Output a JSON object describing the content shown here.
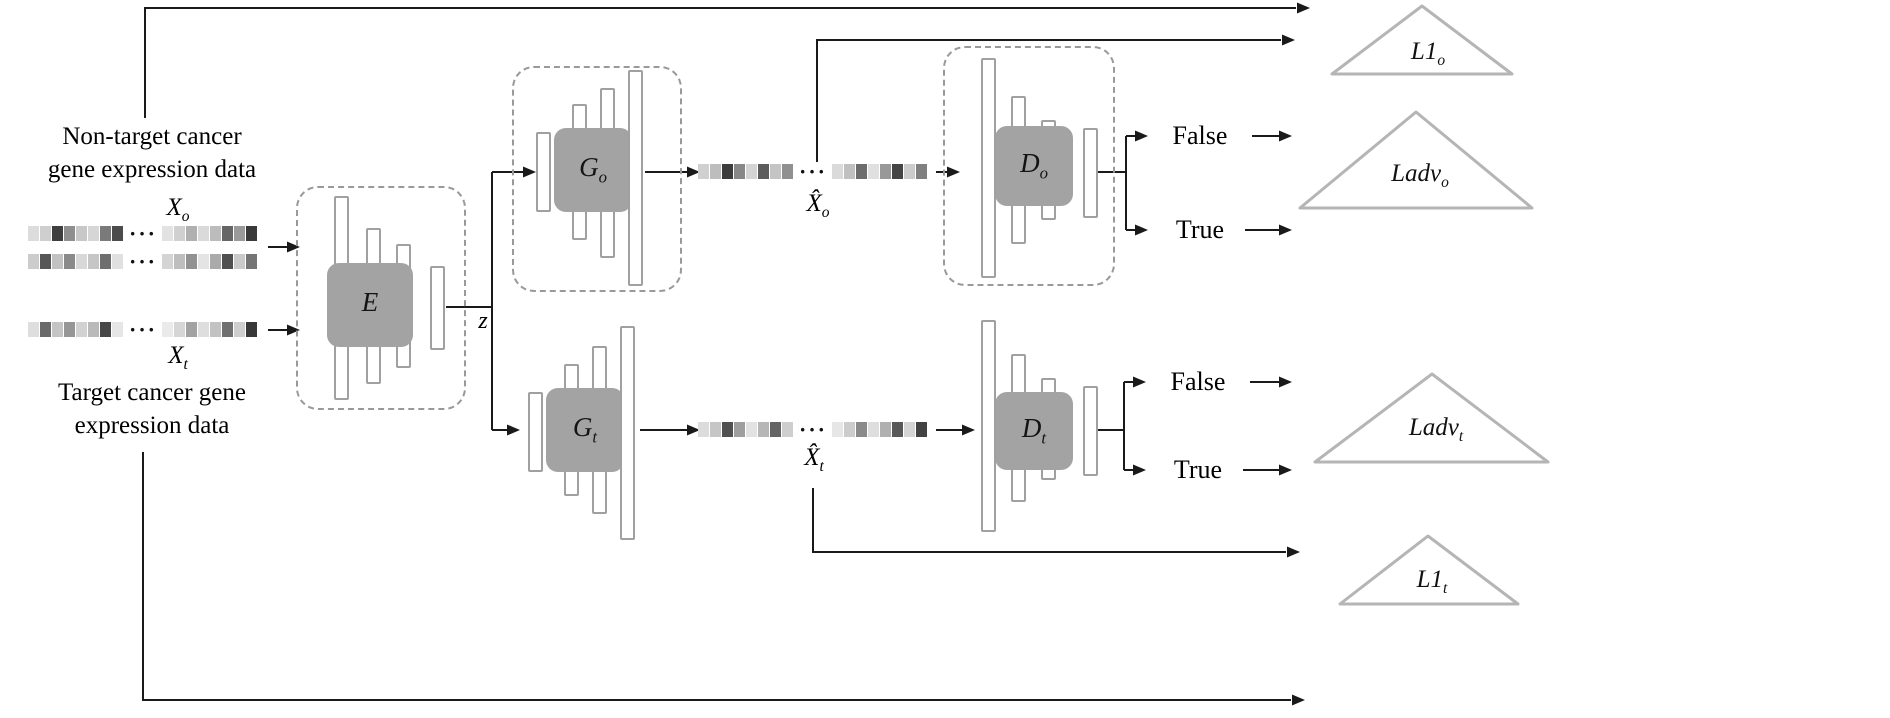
{
  "texts": {
    "nontarget_line1": "Non-target cancer",
    "nontarget_line2": "gene expression data",
    "target_line1": "Target cancer gene",
    "target_line2": "expression data",
    "dots": "···",
    "z_label": "z",
    "false_o": "False",
    "true_o": "True",
    "false_t": "False",
    "true_t": "True"
  },
  "math": {
    "xo": {
      "main": "X",
      "sub": "o"
    },
    "xt": {
      "main": "X",
      "sub": "t"
    },
    "xo_hat": {
      "main": "X̂",
      "sub": "o"
    },
    "xt_hat": {
      "main": "X̂",
      "sub": "t"
    },
    "encoder": {
      "main": "E",
      "sub": ""
    },
    "gen_o": {
      "main": "G",
      "sub": "o"
    },
    "gen_t": {
      "main": "G",
      "sub": "t"
    },
    "disc_o": {
      "main": "D",
      "sub": "o"
    },
    "disc_t": {
      "main": "D",
      "sub": "t"
    },
    "l1_o": {
      "main": "L1",
      "sub": "o"
    },
    "ladv_o": {
      "main": "Ladv",
      "sub": "o"
    },
    "ladv_t": {
      "main": "Ladv",
      "sub": "t"
    },
    "l1_t": {
      "main": "L1",
      "sub": "t"
    }
  },
  "strips": {
    "xo_row1": {
      "left": [
        "#dcdcdc",
        "#cfcfcf",
        "#3f3f3f",
        "#8f8f8f",
        "#c8c8c8",
        "#d6d6d6",
        "#7a7a7a",
        "#4c4c4c"
      ],
      "right": [
        "#e2e2e2",
        "#d0d0d0",
        "#b0b0b0",
        "#dadada",
        "#bcbcbc",
        "#666666",
        "#9a9a9a",
        "#3a3a3a"
      ]
    },
    "xo_row2": {
      "left": [
        "#cccccc",
        "#565656",
        "#c2c2c2",
        "#8a8a8a",
        "#d8d8d8",
        "#c6c6c6",
        "#6e6e6e",
        "#e0e0e0"
      ],
      "right": [
        "#d4d4d4",
        "#bebebe",
        "#929292",
        "#e4e4e4",
        "#aaaaaa",
        "#4f4f4f",
        "#cacaca",
        "#757575"
      ]
    },
    "xt_row": {
      "left": [
        "#dedede",
        "#6a6a6a",
        "#c4c4c4",
        "#969696",
        "#d2d2d2",
        "#bababa",
        "#474747",
        "#e6e6e6"
      ],
      "right": [
        "#eaeaea",
        "#d6d6d6",
        "#a2a2a2",
        "#dedede",
        "#c2c2c2",
        "#707070",
        "#cecece",
        "#383838"
      ]
    },
    "xo_hat": {
      "left": [
        "#d0d0d0",
        "#bdbdbd",
        "#3c3c3c",
        "#888888",
        "#d4d4d4",
        "#5c5c5c",
        "#c4c4c4",
        "#909090"
      ],
      "right": [
        "#dadada",
        "#c0c0c0",
        "#6c6c6c",
        "#e0e0e0",
        "#989898",
        "#444444",
        "#cccccc",
        "#808080"
      ]
    },
    "xt_hat": {
      "left": [
        "#dcdcdc",
        "#c6c6c6",
        "#505050",
        "#9e9e9e",
        "#e2e2e2",
        "#b6b6b6",
        "#646464",
        "#cecece"
      ],
      "right": [
        "#e6e6e6",
        "#cccccc",
        "#8a8a8a",
        "#dedede",
        "#b0b0b0",
        "#585858",
        "#d4d4d4",
        "#424242"
      ]
    }
  },
  "colors": {
    "node_fill": "#a3a3a3",
    "node_text": "#141414",
    "wire": "#1a1a1a",
    "bar_border": "#a0a0a0",
    "dashed_border": "#999999",
    "triangle_border": "#b5b5b5"
  }
}
